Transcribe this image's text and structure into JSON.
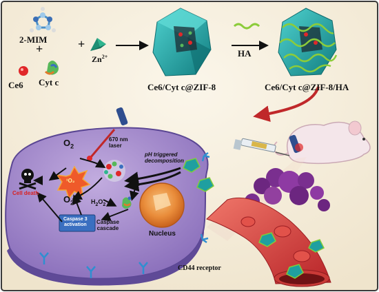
{
  "synthesis": {
    "ligand": "2-MIM",
    "plus_1": "+",
    "plus_2": "+",
    "zinc": "Zn",
    "zinc_charge": "2+",
    "ce6": "Ce6",
    "cytc": "Cyt c",
    "product_1": "Ce6/Cyt c@ZIF-8",
    "coating": "HA",
    "product_2": "Ce6/Cyt c@ZIF-8/HA"
  },
  "cell": {
    "o2_top": "O",
    "o2_top_sub": "2",
    "laser": "670 nm\nlaser",
    "singlet_oxygen": "¹O₂",
    "cell_death": "Cell death",
    "ph_trigger": "pH triggered\ndecomposition",
    "o2_up": "O",
    "o2_up_sub": "2",
    "o2_up_arrow": "↑",
    "h2o2": "H",
    "h2o2_sub": "2",
    "h2o2_o": "O",
    "h2o2_sub2": "2",
    "caspase3": "Caspase 3\nactivation",
    "caspase_cascade": "Caspase\ncascade",
    "nucleus": "Nucleus",
    "receptor": "CD44 receptor"
  },
  "colors": {
    "frame": "#3a3a3a",
    "top_bg": "#f5eedd",
    "cell_fill": "#a58ac9",
    "cell_rim": "#6d58a8",
    "nucleus": "#e88a3a",
    "vessel": "#d8403a",
    "arrow_red": "#c0282a",
    "zif_teal": "#1fa7a8",
    "zif_green": "#7fcc3a",
    "tumor_purple": "#7a2f8f",
    "receptor": "#2f8fd0"
  }
}
